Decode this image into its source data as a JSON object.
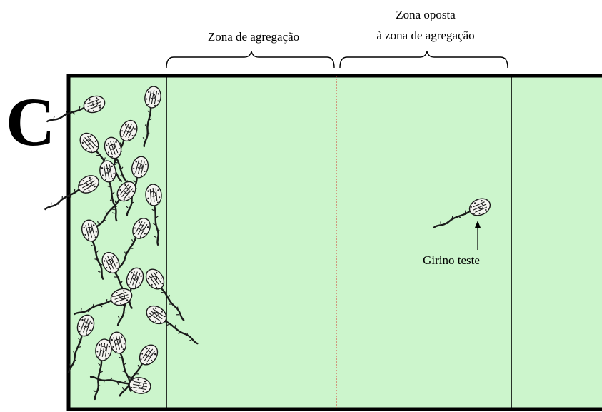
{
  "panel_letter": "C",
  "zones": {
    "aggregation_label": "Zona de agregação",
    "opposite_label_line1": "Zona oposta",
    "opposite_label_line2": "à zona de agregação"
  },
  "test_tadpole_label": "Girino teste",
  "colors": {
    "tank_fill": "#ccf5cc",
    "border": "#000000",
    "midline": "#d43b2f",
    "tadpole_body_fill": "#f4f4f0",
    "tadpole_outline": "#1a1a1a"
  },
  "icons": [
    "tadpole-icon",
    "arrow-up-icon",
    "curly-brace-icon"
  ]
}
